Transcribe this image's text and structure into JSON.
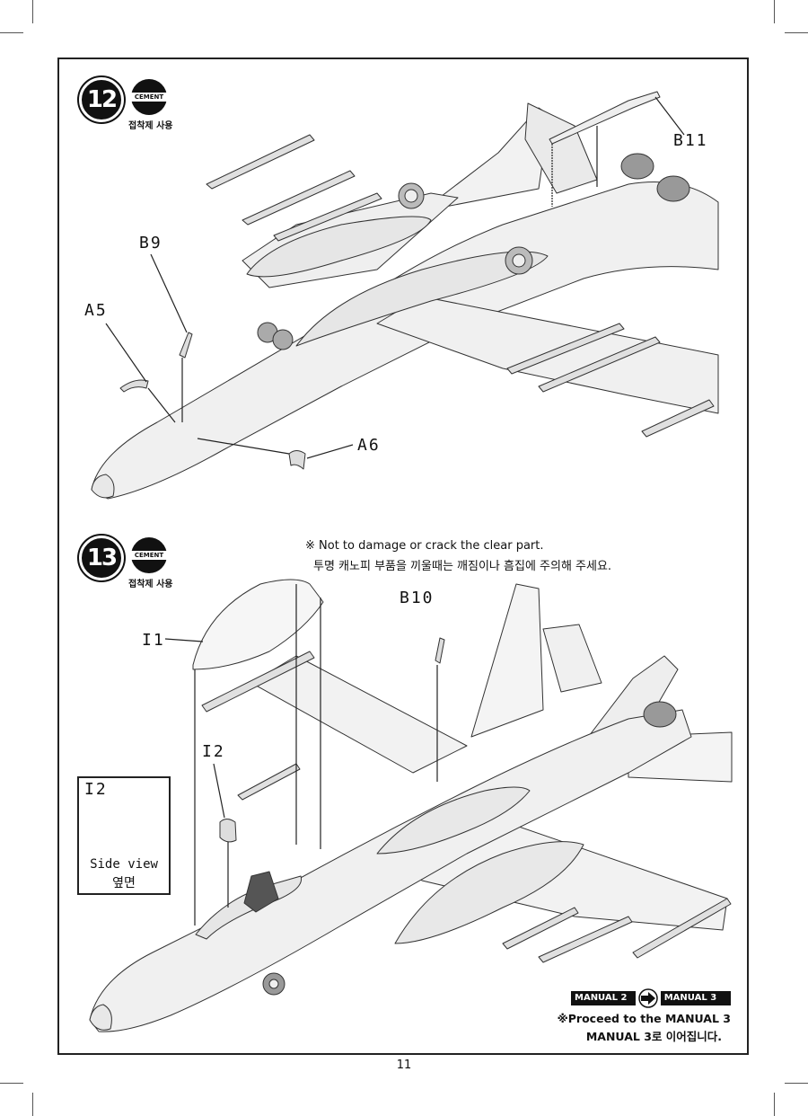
{
  "steps": [
    {
      "number": "12",
      "cement": "CEMENT",
      "cement_ko": "접착제 사용",
      "parts": {
        "b11": "B11",
        "b9": "B9",
        "a5": "A5",
        "a6": "A6"
      }
    },
    {
      "number": "13",
      "cement": "CEMENT",
      "cement_ko": "접착제 사용",
      "note_en": "※ Not to damage or crack the clear part.",
      "note_ko": "투명 캐노피 부품을 끼울때는 깨짐이나 흠집에 주의해 주세요.",
      "parts": {
        "b10": "B10",
        "i1": "I1",
        "i2": "I2"
      },
      "side_view": {
        "part": "I2",
        "label_en": "Side view",
        "label_ko": "옆면"
      }
    }
  ],
  "manual": {
    "from": "MANUAL 2",
    "to": "MANUAL 3",
    "proceed_en": "※Proceed to the MANUAL 3",
    "proceed_ko": "MANUAL 3로 이어집니다."
  },
  "page_number": "11"
}
